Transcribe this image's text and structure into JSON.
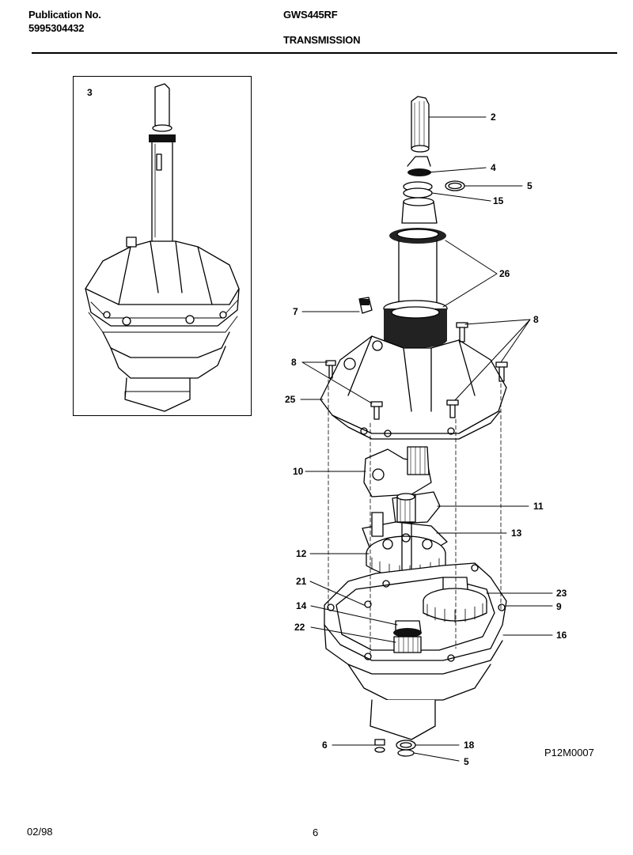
{
  "header": {
    "publication_label": "Publication No.",
    "publication_number": "5995304432",
    "model": "GWS445RF",
    "section_title": "TRANSMISSION"
  },
  "footer": {
    "date": "02/98",
    "page": "6",
    "diagram_code": "P12M0007"
  },
  "inset": {
    "label": "3"
  },
  "callouts": {
    "c2": "2",
    "c4": "4",
    "c5a": "5",
    "c15": "15",
    "c26": "26",
    "c7": "7",
    "c8a": "8",
    "c8b": "8",
    "c25": "25",
    "c10": "10",
    "c11": "11",
    "c13": "13",
    "c12": "12",
    "c21": "21",
    "c23": "23",
    "c14": "14",
    "c9": "9",
    "c22": "22",
    "c16": "16",
    "c6": "6",
    "c18": "18",
    "c5b": "5"
  }
}
